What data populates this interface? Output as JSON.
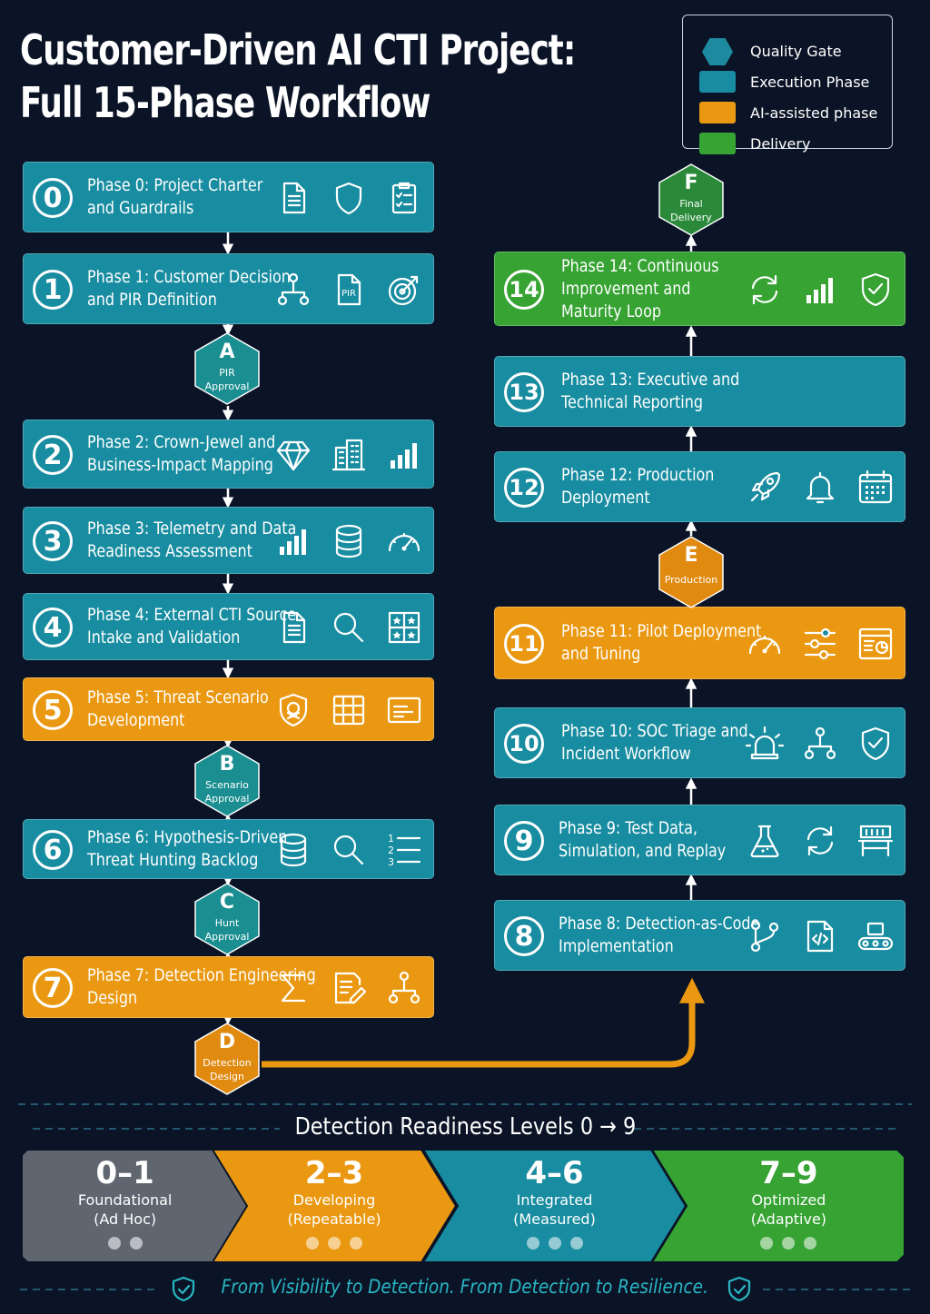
{
  "title": {
    "line1": "Customer-Driven AI CTI Project:",
    "line2": "Full 15-Phase Workflow"
  },
  "legend": [
    {
      "label": "Quality Gate",
      "color": "#1e8aa0",
      "shape": "hexagon"
    },
    {
      "label": "Execution Phase",
      "color": "#188ca0",
      "shape": "rect"
    },
    {
      "label": "AI-assisted phase",
      "color": "#ea9811",
      "shape": "rect"
    },
    {
      "label": "Delivery",
      "color": "#36a333",
      "shape": "rect"
    }
  ],
  "colors": {
    "background": "#0b1426",
    "execution": "#188ca0",
    "ai_assisted": "#ea9811",
    "delivery": "#36a333",
    "gate": "#1a8e90",
    "foundational": "#5f6670"
  },
  "phases": [
    {
      "num": "0",
      "line1": "Phase 0: Project Charter",
      "line2": "and Guardrails",
      "line3": "",
      "type": "execution",
      "icons": [
        "document-icon",
        "shield-icon",
        "checklist-icon"
      ]
    },
    {
      "num": "1",
      "line1": "Phase 1: Customer Decision",
      "line2": "and PIR Definition",
      "line3": "",
      "type": "execution",
      "icons": [
        "hierarchy-icon",
        "pir-document-icon",
        "target-icon"
      ],
      "icon_text": "PIR"
    },
    {
      "num": "2",
      "line1": "Phase 2: Crown-Jewel and",
      "line2": "Business-Impact Mapping",
      "line3": "",
      "type": "execution",
      "icons": [
        "diamond-icon",
        "building-icon",
        "bar-chart-icon"
      ]
    },
    {
      "num": "3",
      "line1": "Phase 3: Telemetry and Data",
      "line2": "Readiness Assessment",
      "line3": "",
      "type": "execution",
      "icons": [
        "bar-chart-icon",
        "database-icon",
        "gauge-icon"
      ]
    },
    {
      "num": "4",
      "line1": "Phase 4: External CTI Source",
      "line2": "Intake and Validation",
      "line3": "",
      "type": "execution",
      "icons": [
        "document-icon",
        "magnifier-icon",
        "star-grid-icon"
      ]
    },
    {
      "num": "5",
      "line1": "Phase 5: Threat Scenario",
      "line2": "Development",
      "line3": "",
      "type": "ai",
      "icons": [
        "skull-shield-icon",
        "grid-icon",
        "card-icon"
      ]
    },
    {
      "num": "6",
      "line1": "Phase 6: Hypothesis-Driven",
      "line2": "Threat Hunting Backlog",
      "line3": "",
      "type": "execution",
      "icons": [
        "database-icon",
        "magnifier-icon",
        "numbered-list-icon"
      ]
    },
    {
      "num": "7",
      "line1": "Phase 7: Detection Engineering",
      "line2": "Design",
      "line3": "",
      "type": "ai",
      "icons": [
        "sigma-icon",
        "edit-document-icon",
        "hierarchy-icon"
      ]
    },
    {
      "num": "8",
      "line1": "Phase 8: Detection-as-Code",
      "line2": "Implementation",
      "line3": "",
      "type": "execution",
      "icons": [
        "git-branch-icon",
        "code-file-icon",
        "conveyor-icon"
      ]
    },
    {
      "num": "9",
      "line1": "Phase 9: Test Data,",
      "line2": "Simulation, and Replay",
      "line3": "",
      "type": "execution",
      "icons": [
        "flask-icon",
        "refresh-icon",
        "workbench-icon"
      ]
    },
    {
      "num": "10",
      "line1": "Phase 10: SOC Triage and",
      "line2": "Incident Workflow",
      "line3": "",
      "type": "execution",
      "icons": [
        "siren-icon",
        "hierarchy-icon",
        "shield-check-icon"
      ]
    },
    {
      "num": "11",
      "line1": "Phase 11: Pilot Deployment",
      "line2": "and Tuning",
      "line3": "",
      "type": "ai",
      "icons": [
        "gauge-icon",
        "sliders-icon",
        "dashboard-icon"
      ]
    },
    {
      "num": "12",
      "line1": "Phase 12: Production",
      "line2": "Deployment",
      "line3": "",
      "type": "execution",
      "icons": [
        "rocket-icon",
        "bell-icon",
        "calendar-icon"
      ]
    },
    {
      "num": "13",
      "line1": "Phase 13: Executive and",
      "line2": "Technical Reporting",
      "line3": "",
      "type": "execution",
      "icons": []
    },
    {
      "num": "14",
      "line1": "Phase 14: Continuous",
      "line2": "Improvement and",
      "line3": "Maturity Loop",
      "type": "delivery",
      "icons": [
        "refresh-icon",
        "bar-chart-icon",
        "shield-check-icon"
      ]
    }
  ],
  "gates": [
    {
      "letter": "A",
      "line1": "PIR",
      "line2": "Approval",
      "color": "#1a8e90"
    },
    {
      "letter": "B",
      "line1": "Scenario",
      "line2": "Approval",
      "color": "#1a8e90"
    },
    {
      "letter": "C",
      "line1": "Hunt",
      "line2": "Approval",
      "color": "#1a8e90"
    },
    {
      "letter": "D",
      "line1": "Detection",
      "line2": "Design",
      "color": "#e08a10"
    },
    {
      "letter": "E",
      "line1": "Production",
      "line2": "",
      "color": "#e08a10"
    },
    {
      "letter": "F",
      "line1": "Final",
      "line2": "Delivery",
      "color": "#2a8a3a"
    }
  ],
  "readiness": {
    "title": "Detection Readiness Levels 0 → 9",
    "levels": [
      {
        "range": "0–1",
        "line1": "Foundational",
        "line2": "(Ad Hoc)",
        "color": "#5f6670",
        "dots": 2
      },
      {
        "range": "2–3",
        "line1": "Developing",
        "line2": "(Repeatable)",
        "color": "#ea9811",
        "dots": 3
      },
      {
        "range": "4–6",
        "line1": "Integrated",
        "line2": "(Measured)",
        "color": "#188ca0",
        "dots": 3
      },
      {
        "range": "7–9",
        "line1": "Optimized",
        "line2": "(Adaptive)",
        "color": "#36a333",
        "dots": 3
      }
    ]
  },
  "tagline": "From Visibility to Detection. From Detection to Resilience."
}
